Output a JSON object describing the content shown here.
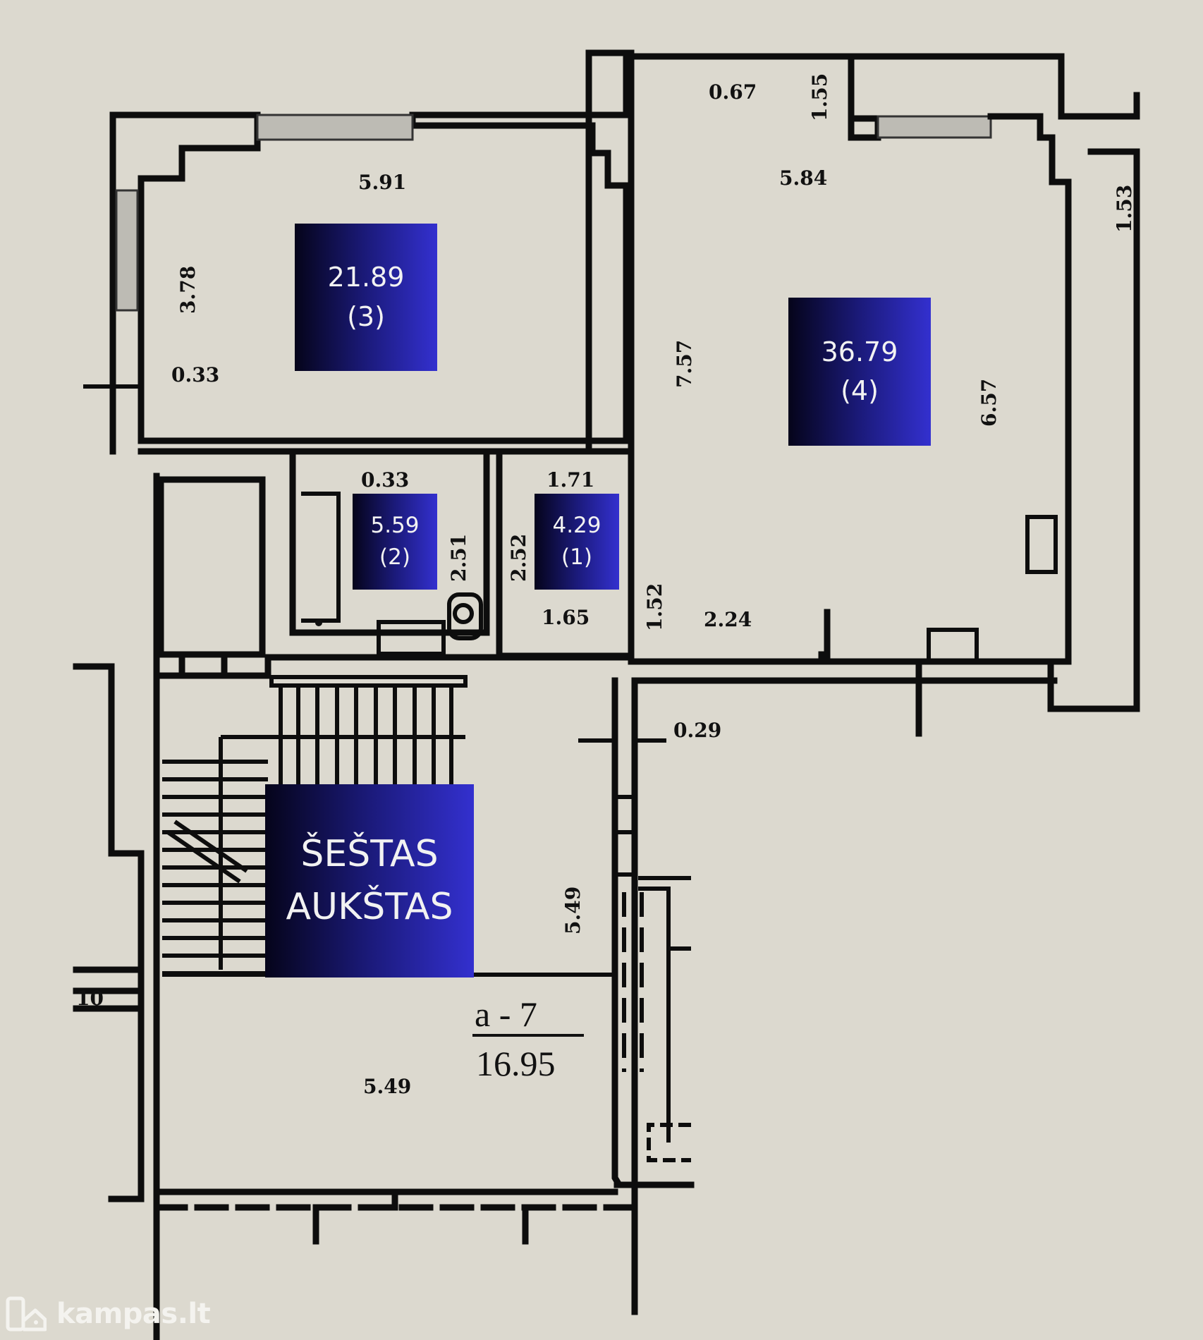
{
  "floor_label": {
    "line1": "ŠEŠTAS",
    "line2": "AUKŠTAS"
  },
  "rooms": [
    {
      "number": "(3)",
      "area": "21.89"
    },
    {
      "number": "(4)",
      "area": "36.79"
    },
    {
      "number": "(2)",
      "area": "5.59"
    },
    {
      "number": "(1)",
      "area": "4.29"
    }
  ],
  "dimensions": {
    "room3_width": "5.91",
    "room3_height": "3.78",
    "room3_offset": "0.33",
    "room4_top_small": "0.67",
    "room4_top_vertical": "1.55",
    "room4_width": "5.84",
    "room4_left_height": "7.57",
    "room4_right_height": "6.57",
    "room4_bottom": "2.24",
    "room4_small_vertical": "1.52",
    "bathroom_top": "0.33",
    "bathroom_height": "2.51",
    "wc_top": "1.71",
    "wc_height": "2.52",
    "wc_bottom": "1.65",
    "balcony_height": "1.53",
    "corridor_wall": "0.29",
    "stair_height": "5.49",
    "stair_width": "5.49",
    "left_edge": "10"
  },
  "stair_annotation": {
    "label": "a - 7",
    "area": "16.95"
  },
  "watermark": {
    "brand": "kampas.lt"
  }
}
